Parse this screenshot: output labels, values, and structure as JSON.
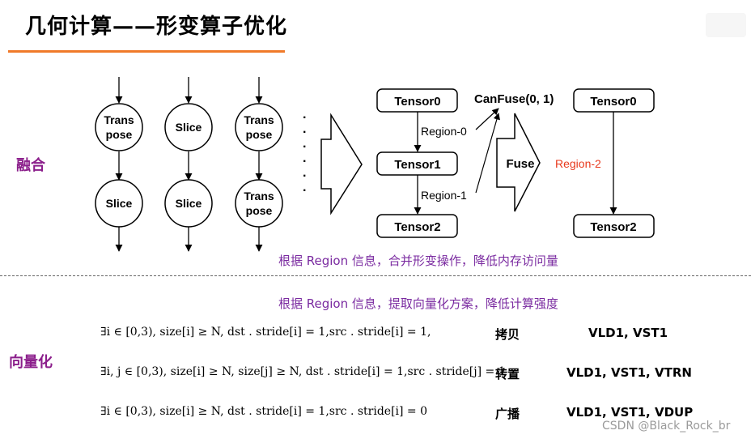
{
  "title": "几何计算——形变算子优化",
  "sections": {
    "fusion": "融合",
    "vectorize": "向量化"
  },
  "graph": {
    "columns": [
      [
        "Trans\npose",
        "Slice"
      ],
      [
        "Slice",
        "Slice"
      ],
      [
        "Trans\npose",
        "Trans\npose"
      ]
    ],
    "ellipsis": "······"
  },
  "fusion": {
    "tensors_left": [
      "Tensor0",
      "Tensor1",
      "Tensor2"
    ],
    "regions_left": [
      "Region-0",
      "Region-1"
    ],
    "canfuse": "CanFuse(0, 1)",
    "fuse": "Fuse",
    "tensors_right": [
      "Tensor0",
      "Tensor2"
    ],
    "region_right": "Region-2",
    "region_right_color": "#e8391c"
  },
  "captions": {
    "fusion": "根据 Region 信息，合并形变操作，降低内存访问量",
    "vectorize": "根据 Region 信息，提取向量化方案，降低计算强度"
  },
  "vector_rows": [
    {
      "formula": "∃i ∈ [0,3), size[i] ≥ N, dst . stride[i] = 1,src . stride[i] = 1,",
      "op": "拷贝",
      "instructions": "VLD1, VST1"
    },
    {
      "formula": "∃i, j ∈ [0,3), size[i] ≥ N, size[j] ≥ N, dst . stride[i] = 1,src . stride[j] = 1",
      "op": "转置",
      "instructions": "VLD1, VST1, VTRN"
    },
    {
      "formula": "∃i ∈ [0,3), size[i] ≥ N, dst . stride[i] = 1,src . stride[i] = 0",
      "op": "广播",
      "instructions": "VLD1, VST1, VDUP"
    }
  ],
  "watermark": "CSDN @Black_Rock_br"
}
